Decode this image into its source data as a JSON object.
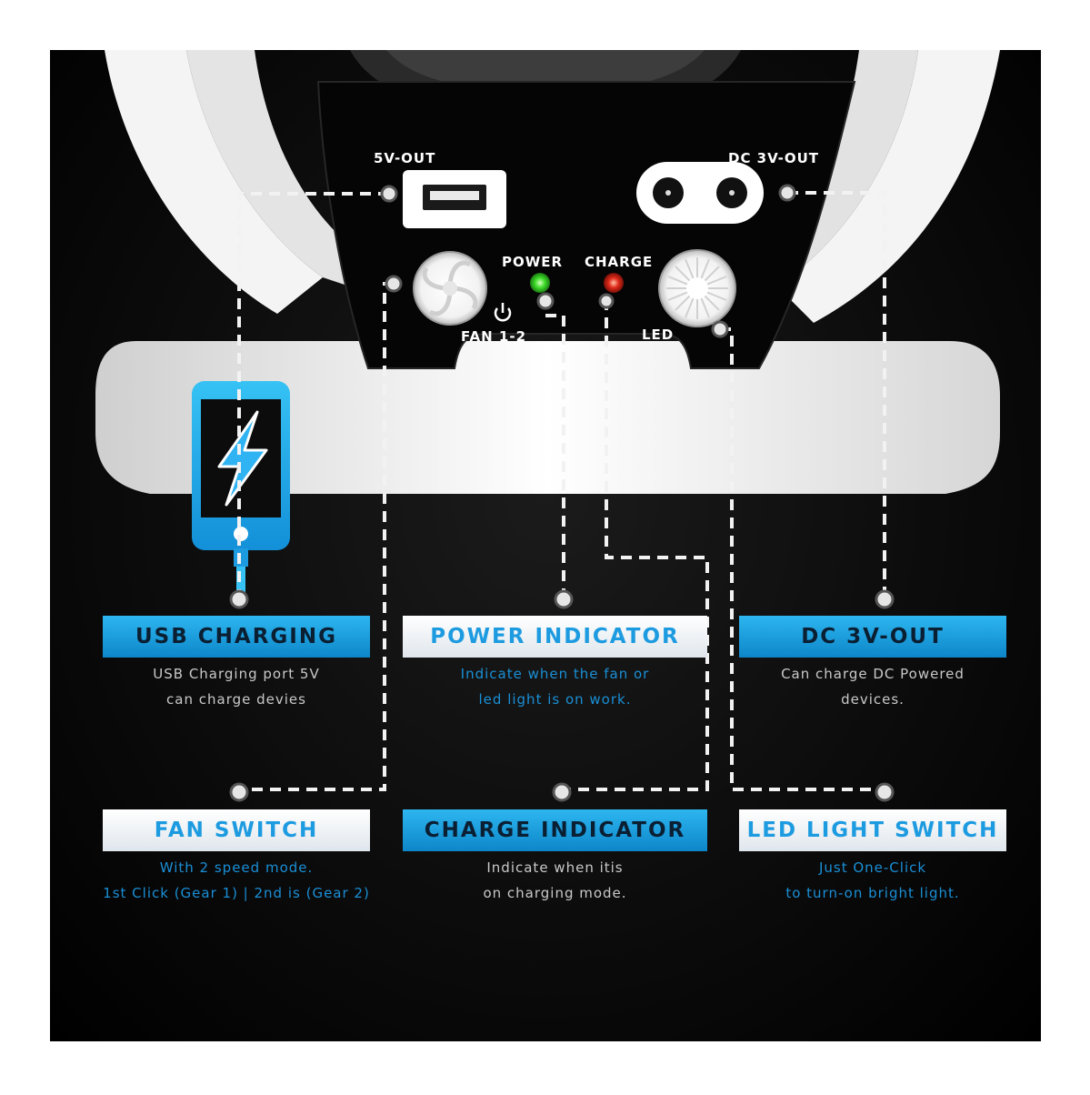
{
  "panel": {
    "usb_out_label": "5V-OUT",
    "dc_out_label": "DC 3V-OUT",
    "power_led_label": "POWER",
    "charge_led_label": "CHARGE",
    "fan_button_label": "FAN 1-2",
    "led_button_label": "LED"
  },
  "features": [
    {
      "title": "USB CHARGING",
      "desc1": "USB Charging port 5V",
      "desc2": "can charge devies"
    },
    {
      "title": "POWER INDICATOR",
      "desc1": "Indicate when the fan or",
      "desc2": "led light is on work."
    },
    {
      "title": "DC 3V-OUT",
      "desc1": "Can charge DC Powered",
      "desc2": "devices."
    },
    {
      "title": "FAN SWITCH",
      "desc1": "With 2 speed mode.",
      "desc2": "1st Click (Gear 1) | 2nd is (Gear 2)"
    },
    {
      "title": "CHARGE INDICATOR",
      "desc1": "Indicate when itis",
      "desc2": "on charging mode."
    },
    {
      "title": "LED LIGHT SWITCH",
      "desc1": "Just One-Click",
      "desc2": "to turn-on bright light."
    }
  ],
  "colors": {
    "accent_blue": "#1d9be0",
    "power_led": "#3ddc2a",
    "charge_led": "#e02a1a",
    "background": "#0a0a0a"
  },
  "icons": [
    "usb-port-icon",
    "dc-port-icon",
    "fan-button-icon",
    "power-symbol-icon",
    "led-button-icon",
    "phone-charging-icon",
    "lightning-icon"
  ]
}
